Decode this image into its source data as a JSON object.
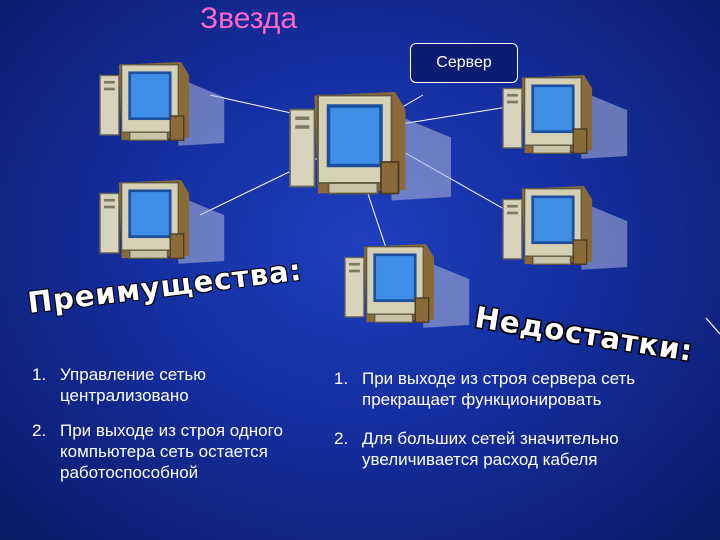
{
  "slide": {
    "title": "Звезда",
    "server_callout": "Сервер",
    "advantages": {
      "heading": "Преимущества:",
      "items": [
        {
          "num": "1.",
          "text": "Управление сетью централизовано"
        },
        {
          "num": "2.",
          "text": "При выходе из строя одного компьютера сеть остается работоспособной"
        }
      ]
    },
    "disadvantages": {
      "heading": "Недостатки:",
      "items": [
        {
          "num": "1.",
          "text": "При выходе из строя сервера сеть прекращает функционировать"
        },
        {
          "num": "2.",
          "text": "Для больших сетей значительно увеличивается расход кабеля"
        }
      ]
    }
  },
  "colors": {
    "background": "#142e9e",
    "title": "#ff66cc",
    "text": "#ffffff",
    "screen": "#3f8fe8",
    "monitor_body": "#c9c3a8"
  },
  "icons": [
    "server-computer-icon",
    "workstation-computer-icon"
  ]
}
